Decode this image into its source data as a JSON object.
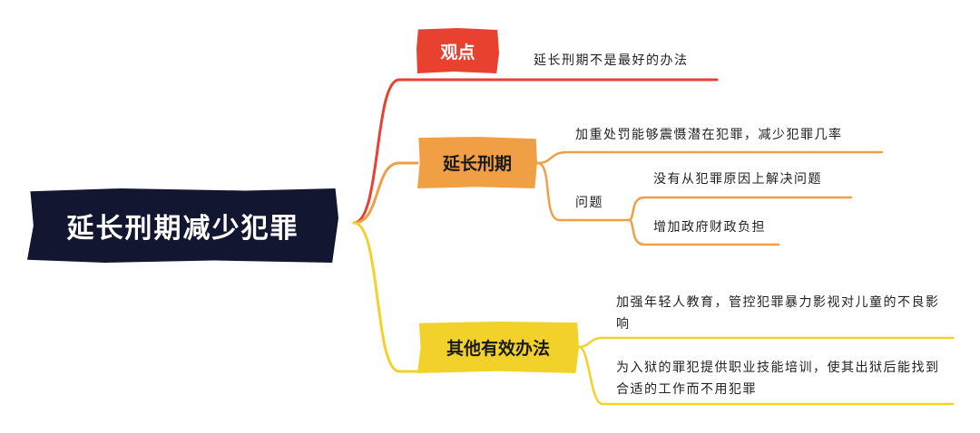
{
  "mindmap": {
    "central_topic": "延长刑期减少犯罪",
    "branches": {
      "viewpoint": {
        "label": "观点",
        "content": "延长刑期不是最好的办法"
      },
      "extend_sentence": {
        "label": "延长刑期",
        "deterrence": "加重处罚能够震慑潜在犯罪，减少犯罪几率",
        "problems_label": "问题",
        "problems": [
          "没有从犯罪原因上解决问题",
          "增加政府财政负担"
        ]
      },
      "other_methods": {
        "label": "其他有效办法",
        "items": [
          "加强年轻人教育，管控犯罪暴力影视对儿童的不良影响",
          "为入狱的罪犯提供职业技能培训，使其出狱后能找到合适的工作而不用犯罪"
        ]
      }
    }
  },
  "colors": {
    "central_bg": "#121631",
    "viewpoint": "#e84130",
    "extend_sentence": "#f19f45",
    "other_methods": "#f2d22a"
  }
}
